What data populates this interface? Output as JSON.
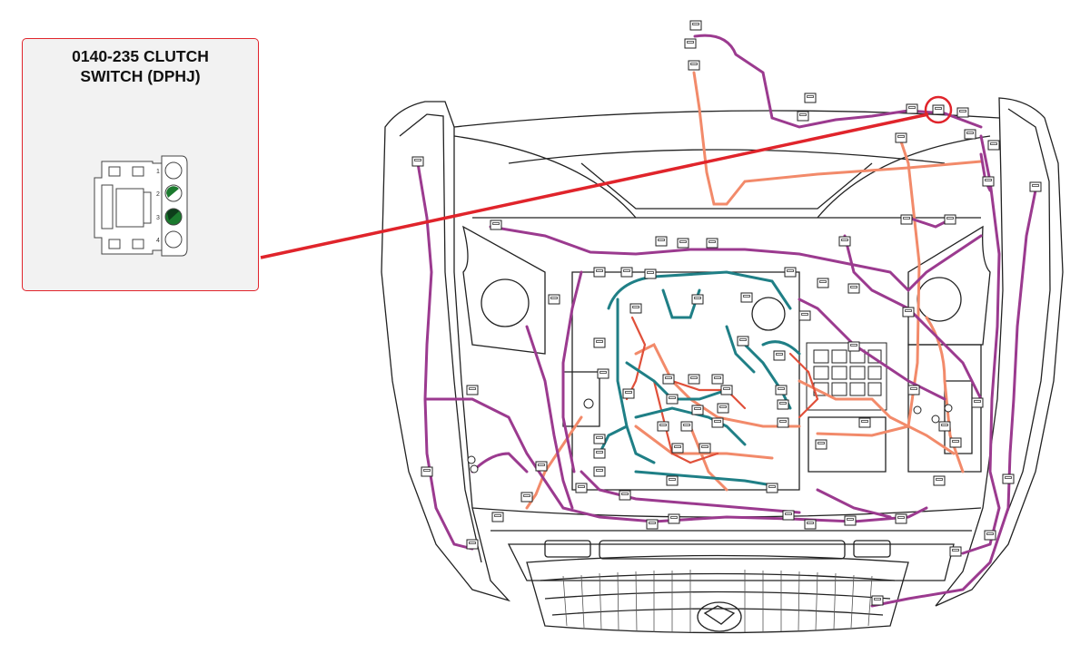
{
  "callout": {
    "title_line1": "0140-235 CLUTCH",
    "title_line2": "SWITCH (DPHJ)",
    "highlight_color": "#e0242b"
  },
  "connector": {
    "pins": [
      {
        "number": "1",
        "wire_colors": []
      },
      {
        "number": "2",
        "wire_colors": [
          "#1b7a2e",
          "#ffffff"
        ]
      },
      {
        "number": "3",
        "wire_colors": [
          "#1b7a2e",
          "#0d3d1a"
        ]
      },
      {
        "number": "4",
        "wire_colors": []
      }
    ]
  },
  "harness_colors": {
    "main_harness": "#9b3a8f",
    "engine_harness": "#1f7f86",
    "salmon_harness": "#f28a6a",
    "red_harness": "#e0503a"
  },
  "diagram": {
    "subject": "engine-compartment-wiring-harness",
    "highlighted_component": "clutch-switch-connector"
  }
}
